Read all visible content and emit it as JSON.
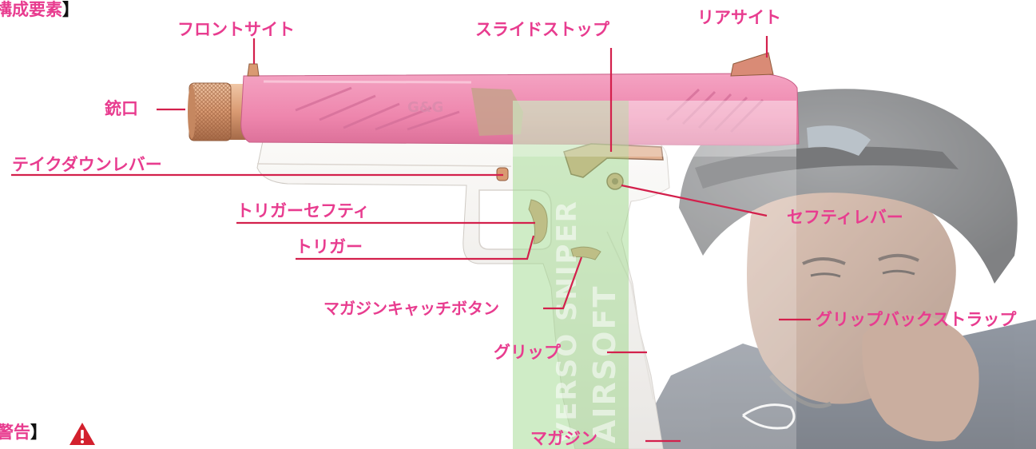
{
  "headings": {
    "components": {
      "open": "",
      "text": "構成要素",
      "close": "】"
    },
    "warning": {
      "text": "警告",
      "close": "】"
    }
  },
  "labels": {
    "front_sight": "フロントサイト",
    "slide_stop": "スライドストップ",
    "rear_sight": "リアサイト",
    "muzzle": "銃口",
    "takedown_lever": "テイクダウンレバー",
    "safety_lever": "セフティレバー",
    "trigger_safety": "トリガーセフティ",
    "trigger": "トリガー",
    "magazine_catch": "マガジンキャッチボタン",
    "grip_backstrap": "グリップバックストラップ",
    "grip": "グリップ",
    "magazine": "マガジン"
  },
  "watermark": {
    "line1": "VERSO SNIPER",
    "line2": "AIRSOFT"
  },
  "colors": {
    "accent": "#e83c8f",
    "leader": "#d3204c",
    "slide_pink": "#ee86ad",
    "frame_white": "#f3f1ee",
    "barrel_copper": "#d99a72",
    "watermark_green": "#a8dc98"
  },
  "icons": {
    "warning": "warning-triangle-icon"
  }
}
